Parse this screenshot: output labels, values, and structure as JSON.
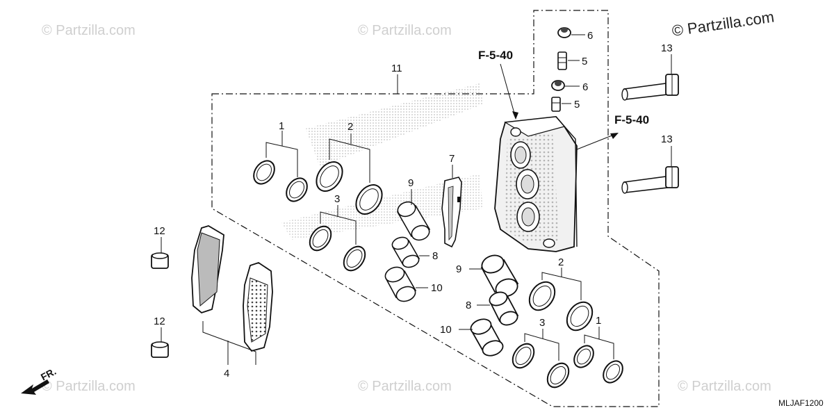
{
  "watermarks": {
    "main": "© Partzilla.com",
    "faint": "© Partzilla.com"
  },
  "diagram_code": "MLJAF1200",
  "front_label": "FR.",
  "ref_labels": {
    "top": "F-5-40",
    "right": "F-5-40"
  },
  "callouts": {
    "c1a": "1",
    "c2a": "2",
    "c3a": "3",
    "c4": "4",
    "c5a": "5",
    "c5b": "5",
    "c6a": "6",
    "c6b": "6",
    "c7": "7",
    "c8a": "8",
    "c8b": "8",
    "c9a": "9",
    "c9b": "9",
    "c10a": "10",
    "c10b": "10",
    "c11": "11",
    "c12a": "12",
    "c12b": "12",
    "c13a": "13",
    "c13b": "13",
    "c2b": "2",
    "c3b": "3",
    "c1b": "1"
  },
  "colors": {
    "line": "#111111",
    "watermark": "#cfcfcf",
    "shade": "#d8d8d8"
  }
}
